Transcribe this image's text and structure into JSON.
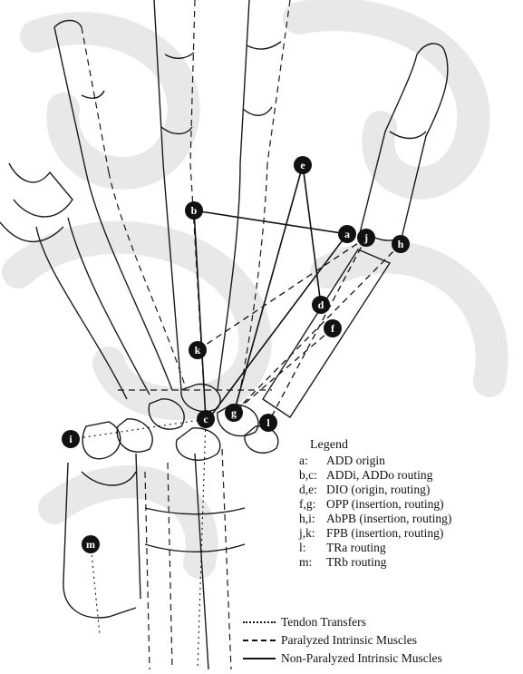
{
  "legend": {
    "title": "Legend",
    "items": [
      {
        "key": "a:",
        "desc": "ADD origin"
      },
      {
        "key": "b,c:",
        "desc": "ADDi, ADDo routing"
      },
      {
        "key": "d,e:",
        "desc": "DIO (origin, routing)"
      },
      {
        "key": "f,g:",
        "desc": "OPP (insertion, routing)"
      },
      {
        "key": "h,i:",
        "desc": "AbPB (insertion, routing)"
      },
      {
        "key": "j,k:",
        "desc": "FPB (insertion, routing)"
      },
      {
        "key": "l:",
        "desc": "TRa routing"
      },
      {
        "key": "m:",
        "desc": "TRb routing"
      }
    ]
  },
  "line_key": [
    {
      "style": "dotted",
      "label": "Tendon Transfers"
    },
    {
      "style": "dashed",
      "label": "Paralyzed Intrinsic Muscles"
    },
    {
      "style": "solid",
      "label": "Non-Paralyzed Intrinsic Muscles"
    }
  ],
  "markers": [
    "a",
    "b",
    "c",
    "d",
    "e",
    "f",
    "g",
    "h",
    "i",
    "j",
    "k",
    "l",
    "m"
  ]
}
